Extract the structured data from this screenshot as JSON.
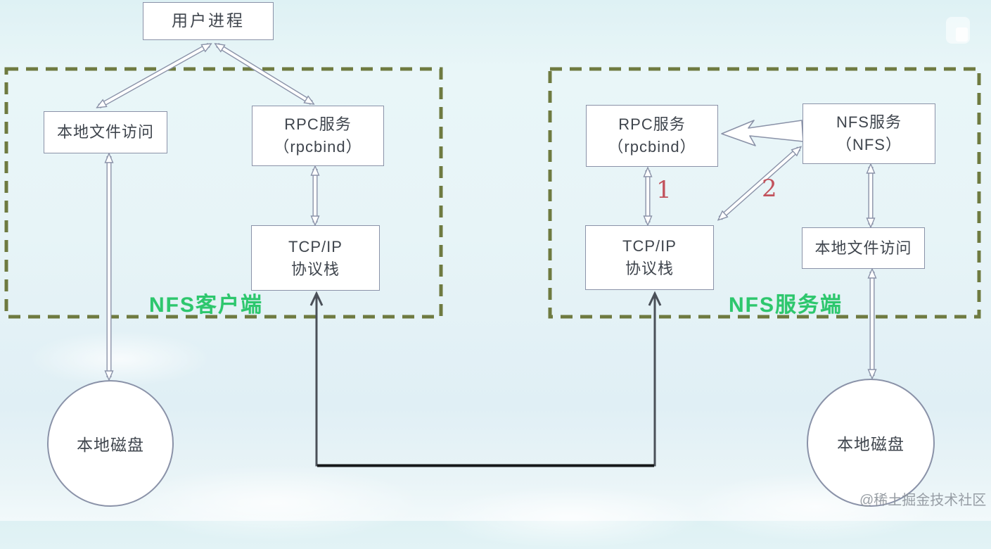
{
  "diagram": {
    "title_box": "用户进程",
    "client": {
      "region_label": "NFS客户端",
      "local_file_access": "本地文件访问",
      "rpc_service_line1": "RPC服务",
      "rpc_service_line2": "（rpcbind）",
      "tcp_stack_line1": "TCP/IP",
      "tcp_stack_line2": "协议栈",
      "local_disk": "本地磁盘"
    },
    "server": {
      "region_label": "NFS服务端",
      "rpc_service_line1": "RPC服务",
      "rpc_service_line2": "（rpcbind）",
      "nfs_service_line1": "NFS服务",
      "nfs_service_line2": "（NFS）",
      "tcp_stack_line1": "TCP/IP",
      "tcp_stack_line2": "协议栈",
      "local_file_access": "本地文件访问",
      "local_disk": "本地磁盘"
    },
    "steps": {
      "step1": "1",
      "step2": "2"
    },
    "watermark": "@稀土掘金技术社区",
    "colors": {
      "background": "#e7f4f7",
      "region_border": "#6e7a40",
      "region_label": "#2dc76d",
      "box_border": "#8a92a8",
      "box_text": "#3f454d",
      "arrow_outline": "#8a92a8",
      "connector_dark": "#4a5058",
      "connector_black": "#16181a",
      "step_number": "#c2525c",
      "watermark_text": "#8d949b"
    }
  }
}
